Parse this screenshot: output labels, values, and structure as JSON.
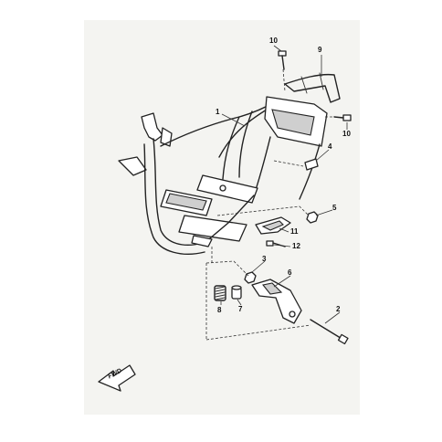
{
  "diagram": {
    "callouts": [
      "1",
      "2",
      "3",
      "4",
      "5",
      "6",
      "7",
      "8",
      "9",
      "10",
      "10",
      "11",
      "12"
    ],
    "direction_arrow_label": "FWD"
  }
}
